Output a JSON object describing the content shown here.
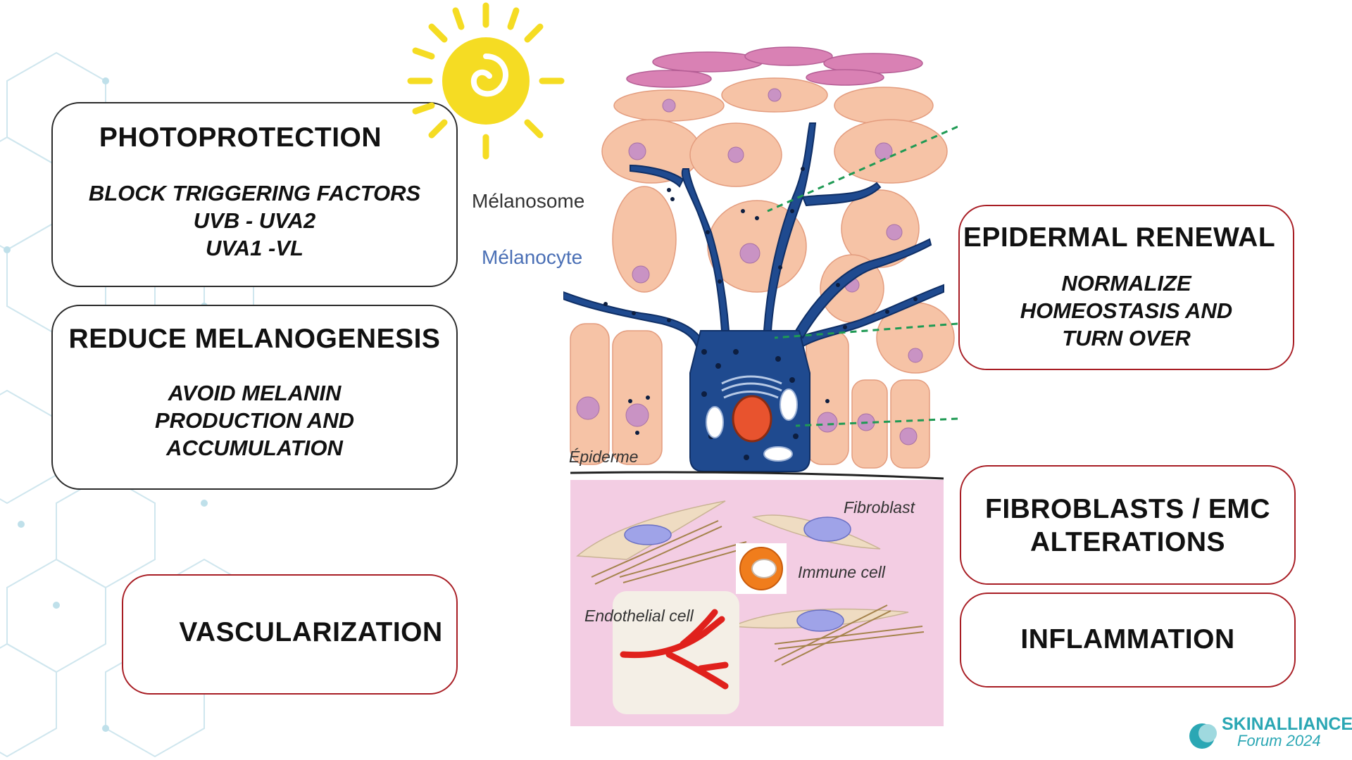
{
  "left_boxes": {
    "photoprotection": {
      "title": "PHOTOPROTECTION",
      "lines": [
        "BLOCK TRIGGERING FACTORS",
        "UVB - UVA2",
        "UVA1 -VL"
      ]
    },
    "melanogenesis": {
      "title": "REDUCE MELANOGENESIS",
      "lines": [
        "AVOID MELANIN",
        "PRODUCTION AND",
        "ACCUMULATION"
      ]
    },
    "vascularization": {
      "title": "VASCULARIZATION"
    }
  },
  "right_boxes": {
    "epidermal": {
      "title": "EPIDERMAL RENEWAL",
      "lines": [
        "NORMALIZE",
        "HOMEOSTASIS AND",
        "TURN OVER"
      ]
    },
    "fibroblasts": {
      "lines": [
        "FIBROBLASTS / EMC",
        "ALTERATIONS"
      ]
    },
    "inflammation": {
      "title": "INFLAMMATION"
    }
  },
  "diagram": {
    "melanosome_label": "Mélanosome",
    "melanocyte_label": "Mélanocyte",
    "epiderme_label": "Épiderme",
    "fibroblast_label": "Fibroblast",
    "immune_label": "Immune cell",
    "endothelial_label": "Endothelial cell"
  },
  "logo": {
    "name": "SKINALLIANCE",
    "subtitle": "Forum 2024"
  },
  "colors": {
    "box_border_dark": "#2a2a2a",
    "box_border_red": "#a81d24",
    "melanocyte": "#1f4a8f",
    "keratinocyte": "#f6c3a6",
    "dermis": "#f3cde3",
    "sun": "#f5dc23",
    "logo": "#2ba7b4"
  }
}
